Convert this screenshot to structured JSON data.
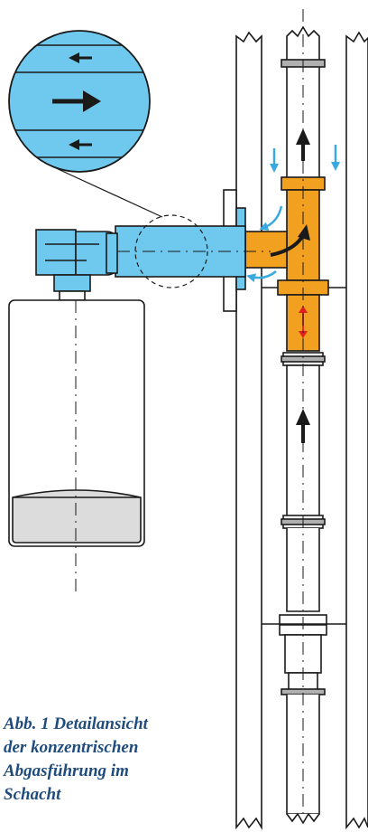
{
  "caption": {
    "line1": "Abb. 1  Detailansicht",
    "line2": "der konzentrischen",
    "line3": "Abgasführung im",
    "line4": "Schacht"
  },
  "colors": {
    "air_blue": "#6fc9ee",
    "flue_orange": "#f2a01f",
    "outline": "#1a1a1a",
    "caption_text": "#1f4c7d",
    "arrow_red": "#e02020",
    "boiler_bottom": "#dcdcdc"
  },
  "icons": {
    "flow_arrow": "black-arrow",
    "air_arrow": "blue-arrow",
    "adjust_arrow": "red-double-arrow"
  }
}
